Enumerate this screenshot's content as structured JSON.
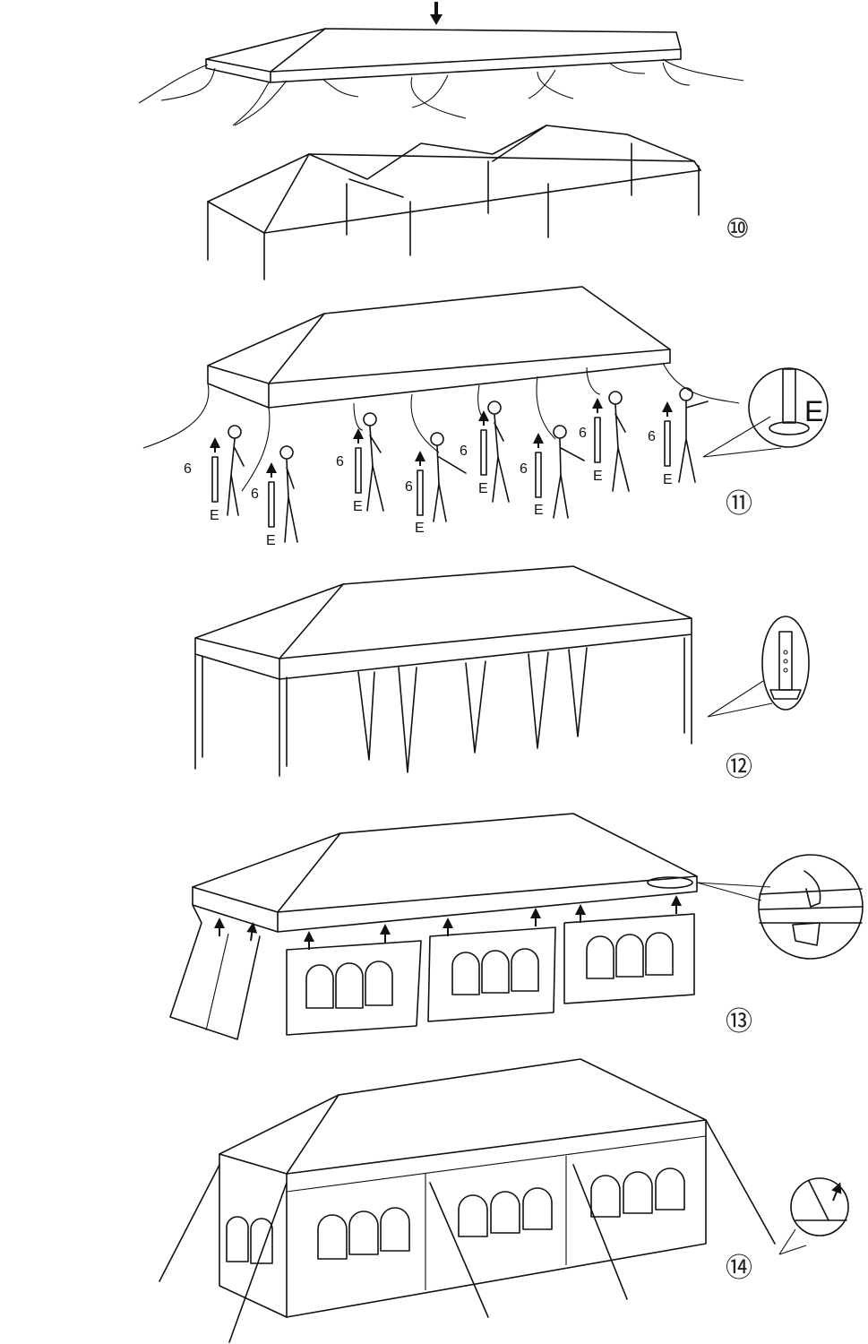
{
  "steps": [
    {
      "number": "⑩"
    },
    {
      "number": "⑪",
      "part_label": "E",
      "count_label": "6",
      "callout_label": "E"
    },
    {
      "number": "⑫"
    },
    {
      "number": "⑬"
    },
    {
      "number": "⑭"
    }
  ]
}
